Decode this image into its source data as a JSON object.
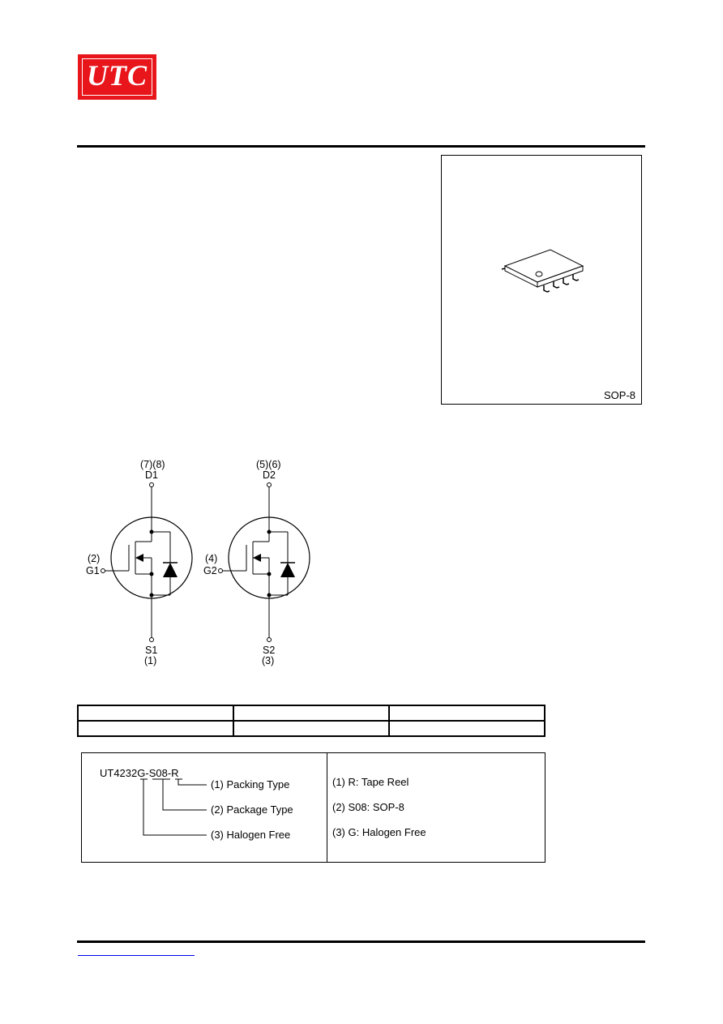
{
  "logo": {
    "text": "UTC"
  },
  "package": {
    "label": "SOP-8"
  },
  "symbol": {
    "ch1": {
      "drain_pins": "(7)(8)",
      "drain": "D1",
      "gate_pin": "(2)",
      "gate": "G1",
      "source": "S1",
      "source_pin": "(1)"
    },
    "ch2": {
      "drain_pins": "(5)(6)",
      "drain": "D2",
      "gate_pin": "(4)",
      "gate": "G2",
      "source": "S2",
      "source_pin": "(3)"
    }
  },
  "ordering": {
    "part_number": "UT4232G-S08-R",
    "fields": [
      {
        "label": "(1) Packing Type",
        "value": "(1) R: Tape Reel"
      },
      {
        "label": "(2) Package Type",
        "value": "(2) S08: SOP-8"
      },
      {
        "label": "(3) Halogen Free",
        "value": "(3) G: Halogen Free"
      }
    ]
  },
  "colors": {
    "logo_red": "#e8151b",
    "link_blue": "#0000ee"
  }
}
